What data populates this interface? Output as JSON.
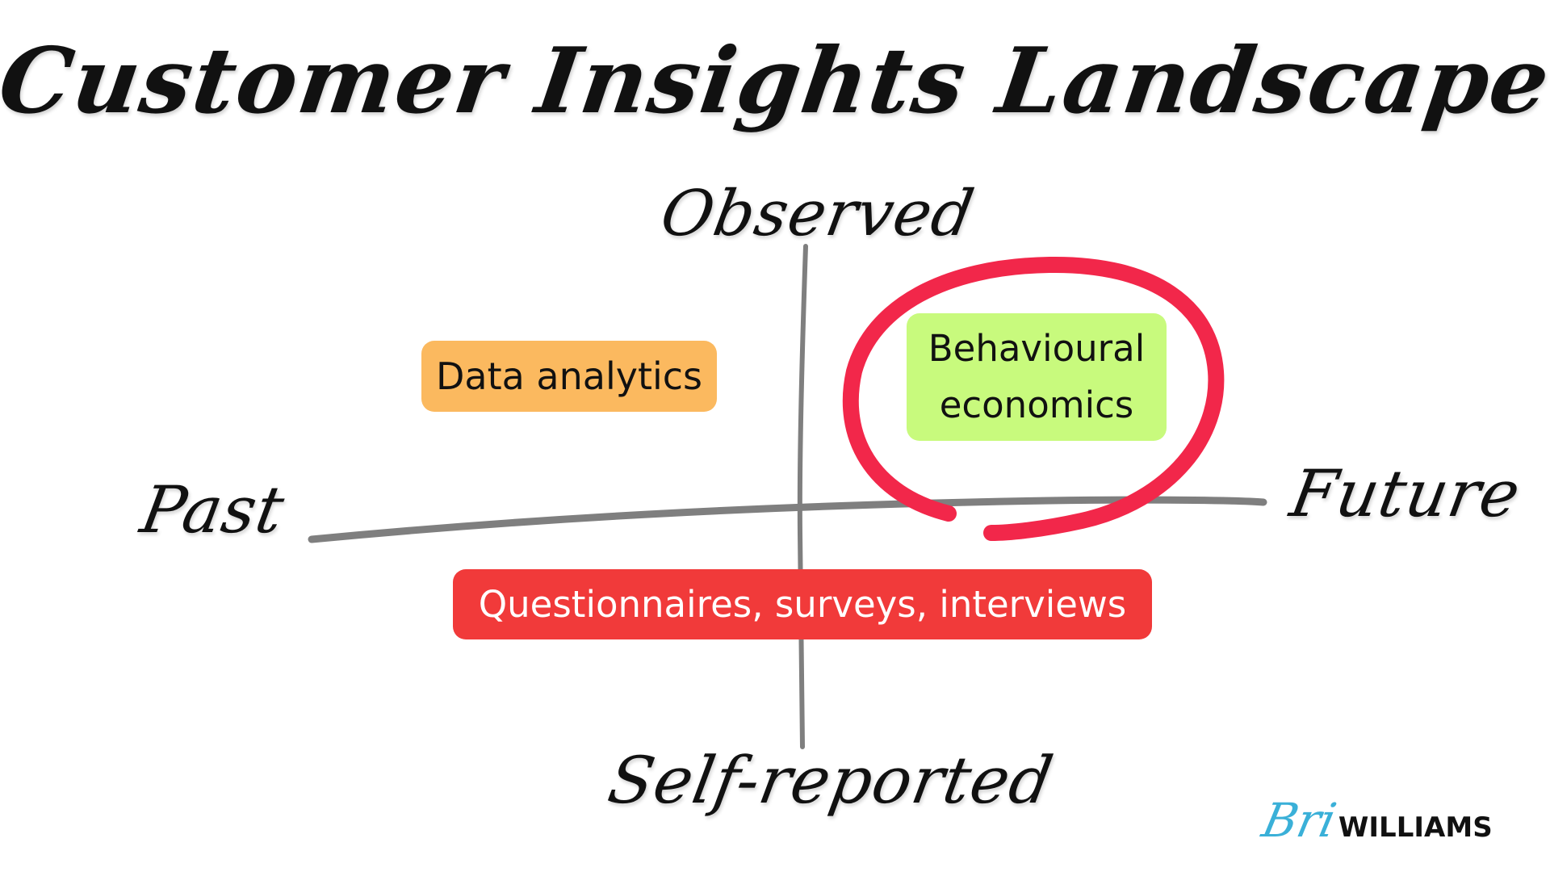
{
  "title": "Customer Insights Landscape",
  "axes": {
    "top": "Observed",
    "bottom": "Self-reported",
    "left": "Past",
    "right": "Future"
  },
  "boxes": {
    "data_analytics": {
      "label": "Data analytics",
      "color": "#fbb95f"
    },
    "behavioural_economics": {
      "line1": "Behavioural",
      "line2": "economics",
      "color": "#c8fa7d",
      "highlight_color": "#f2274a"
    },
    "questionnaires": {
      "label": "Questionnaires, surveys, interviews",
      "color": "#f13a3a"
    }
  },
  "axis_color": "#7f7f7f",
  "logo": {
    "script": "Bri",
    "word": "WILLIAMS",
    "script_color": "#3ab0d8"
  }
}
